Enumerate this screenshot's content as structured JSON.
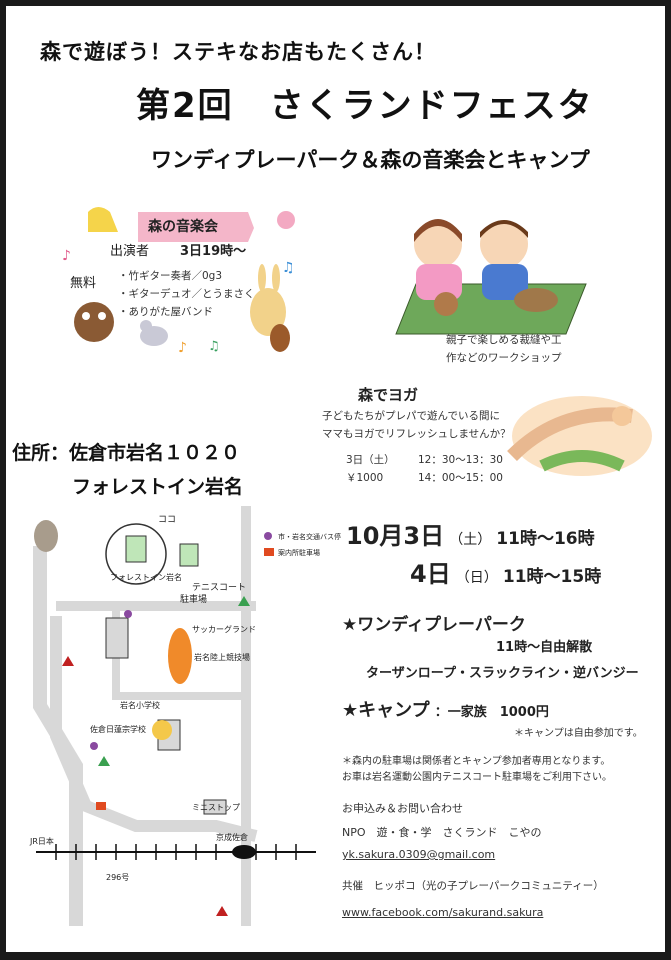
{
  "header": {
    "tagline": "森で遊ぼう！ステキなお店もたくさん！",
    "title": "第2回　さくランドフェスタ",
    "subtitle": "ワンディプレーパーク＆森の音楽会とキャンプ"
  },
  "concert": {
    "banner": "森の音楽会",
    "performers_label": "出演者",
    "time": "3日19時～",
    "free": "無料",
    "items": [
      "・竹ギター奏者／0g3",
      "・ギターデュオ／とうまさく",
      "・ありがた屋バンド"
    ]
  },
  "workshop": {
    "line1": "親子で楽しめる裁縫や工",
    "line2": "作などのワークショップ"
  },
  "yoga": {
    "title": "森でヨガ",
    "desc1": "子どもたちがプレパで遊んでいる間に",
    "desc2": "ママもヨガでリフレッシュしませんか？",
    "time_label": "3日（土）",
    "price": "￥1000",
    "time1": "12：30～13：30",
    "time2": "14：00～15：00"
  },
  "address": {
    "label": "住所：佐倉市岩名１０２０",
    "venue": "フォレストイン岩名"
  },
  "schedule": {
    "day1_date": "10月3日",
    "day1_dow": "（土）",
    "day1_time": "11時～16時",
    "day2_date": "4日",
    "day2_dow": "（日）",
    "day2_time": "11時～15時"
  },
  "playpark": {
    "title": "★ワンディプレーパーク",
    "time": "11時～自由解散",
    "activities": "ターザンロープ・スラックライン・逆バンジー"
  },
  "camp": {
    "title": "★キャンプ",
    "detail": "：一家族　1000円",
    "note": "＊キャンプは自由参加です。"
  },
  "parking": {
    "line1": "＊森内の駐車場は関係者とキャンプ参加者専用となります。",
    "line2": "お車は岩名運動公園内テニスコート駐車場をご利用下さい。"
  },
  "contact": {
    "heading": "お申込み＆お問い合わせ",
    "org": "NPO　遊・食・学　さくランド　こやの",
    "email": "yk.sakura.0309@gmail.com",
    "cosponsor": "共催　ヒッポコ（光の子プレーパークコミュニティー）",
    "facebook": "www.facebook.com/sakurand.sakura"
  },
  "map": {
    "koko": "ココ",
    "venue": "フォレストイン岩名",
    "tennis": "テニスコート",
    "parking": "駐車場",
    "bus_stop": "市・岩名交通バス停",
    "legend_parking": "案内所駐車場",
    "soccer": "サッカーグランド",
    "stadium": "岩名陸上競技場",
    "school": "岩名小学校",
    "cemetery": "佐倉日蓮宗学校",
    "station": "京成佐倉",
    "jr": "JR日本",
    "mini": "ミニストップ",
    "route": "296号"
  },
  "colors": {
    "banner_pink": "#f4b6c9",
    "orange": "#f08a2a",
    "road": "#ececec"
  }
}
